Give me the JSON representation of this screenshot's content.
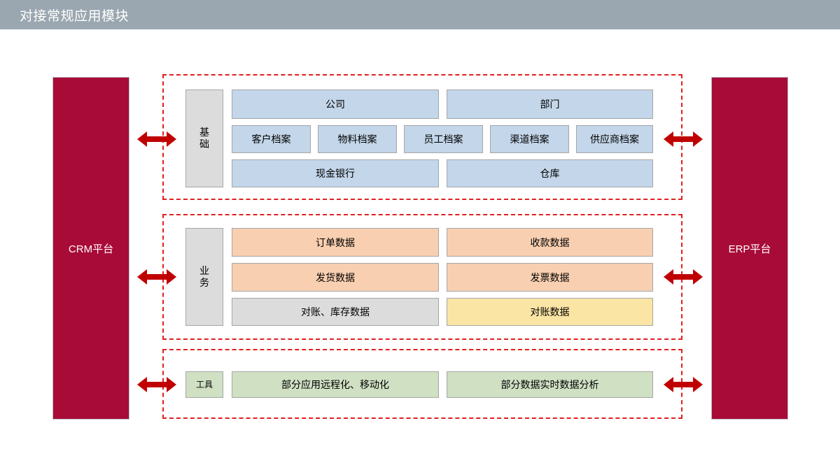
{
  "header": {
    "title": "对接常规应用模块",
    "bar_color": "#9aa7b0"
  },
  "platforms": {
    "left": {
      "label": "CRM平台",
      "color": "#a80b38"
    },
    "right": {
      "label": "ERP平台",
      "color": "#a80b38"
    }
  },
  "colors": {
    "accent_red": "#e02020",
    "arrow_red": "#c00000",
    "blue": "#c3d6ea",
    "peach": "#f8cfb0",
    "grey": "#dcdcdc",
    "yellow": "#fbe5a4",
    "green": "#cfe0c3"
  },
  "groups": [
    {
      "id": "basic",
      "label": "基础",
      "label_chars": [
        "基",
        "础"
      ],
      "rows": [
        {
          "cells": [
            {
              "text": "公司",
              "color": "blue"
            },
            {
              "text": "部门",
              "color": "blue"
            }
          ]
        },
        {
          "cells": [
            {
              "text": "客户档案",
              "color": "blue"
            },
            {
              "text": "物料档案",
              "color": "blue"
            },
            {
              "text": "员工档案",
              "color": "blue"
            },
            {
              "text": "渠道档案",
              "color": "blue"
            },
            {
              "text": "供应商档案",
              "color": "blue"
            }
          ]
        },
        {
          "cells": [
            {
              "text": "现金银行",
              "color": "blue"
            },
            {
              "text": "仓库",
              "color": "blue"
            }
          ]
        }
      ]
    },
    {
      "id": "business",
      "label": "业务",
      "label_chars": [
        "业",
        "务"
      ],
      "rows": [
        {
          "cells": [
            {
              "text": "订单数据",
              "color": "peach"
            },
            {
              "text": "收款数据",
              "color": "peach"
            }
          ]
        },
        {
          "cells": [
            {
              "text": "发货数据",
              "color": "peach"
            },
            {
              "text": "发票数据",
              "color": "peach"
            }
          ]
        },
        {
          "cells": [
            {
              "text": "对账、库存数据",
              "color": "grey"
            },
            {
              "text": "对账数据",
              "color": "yellow"
            }
          ]
        }
      ]
    },
    {
      "id": "tools",
      "label": "工具",
      "label_chars": [
        "工具"
      ],
      "rows": [
        {
          "cells": [
            {
              "text": "部分应用远程化、移动化",
              "color": "green"
            },
            {
              "text": "部分数据实时数据分析",
              "color": "green"
            }
          ]
        }
      ]
    }
  ],
  "arrows": {
    "count": 6,
    "kind": "double-headed-horizontal"
  }
}
